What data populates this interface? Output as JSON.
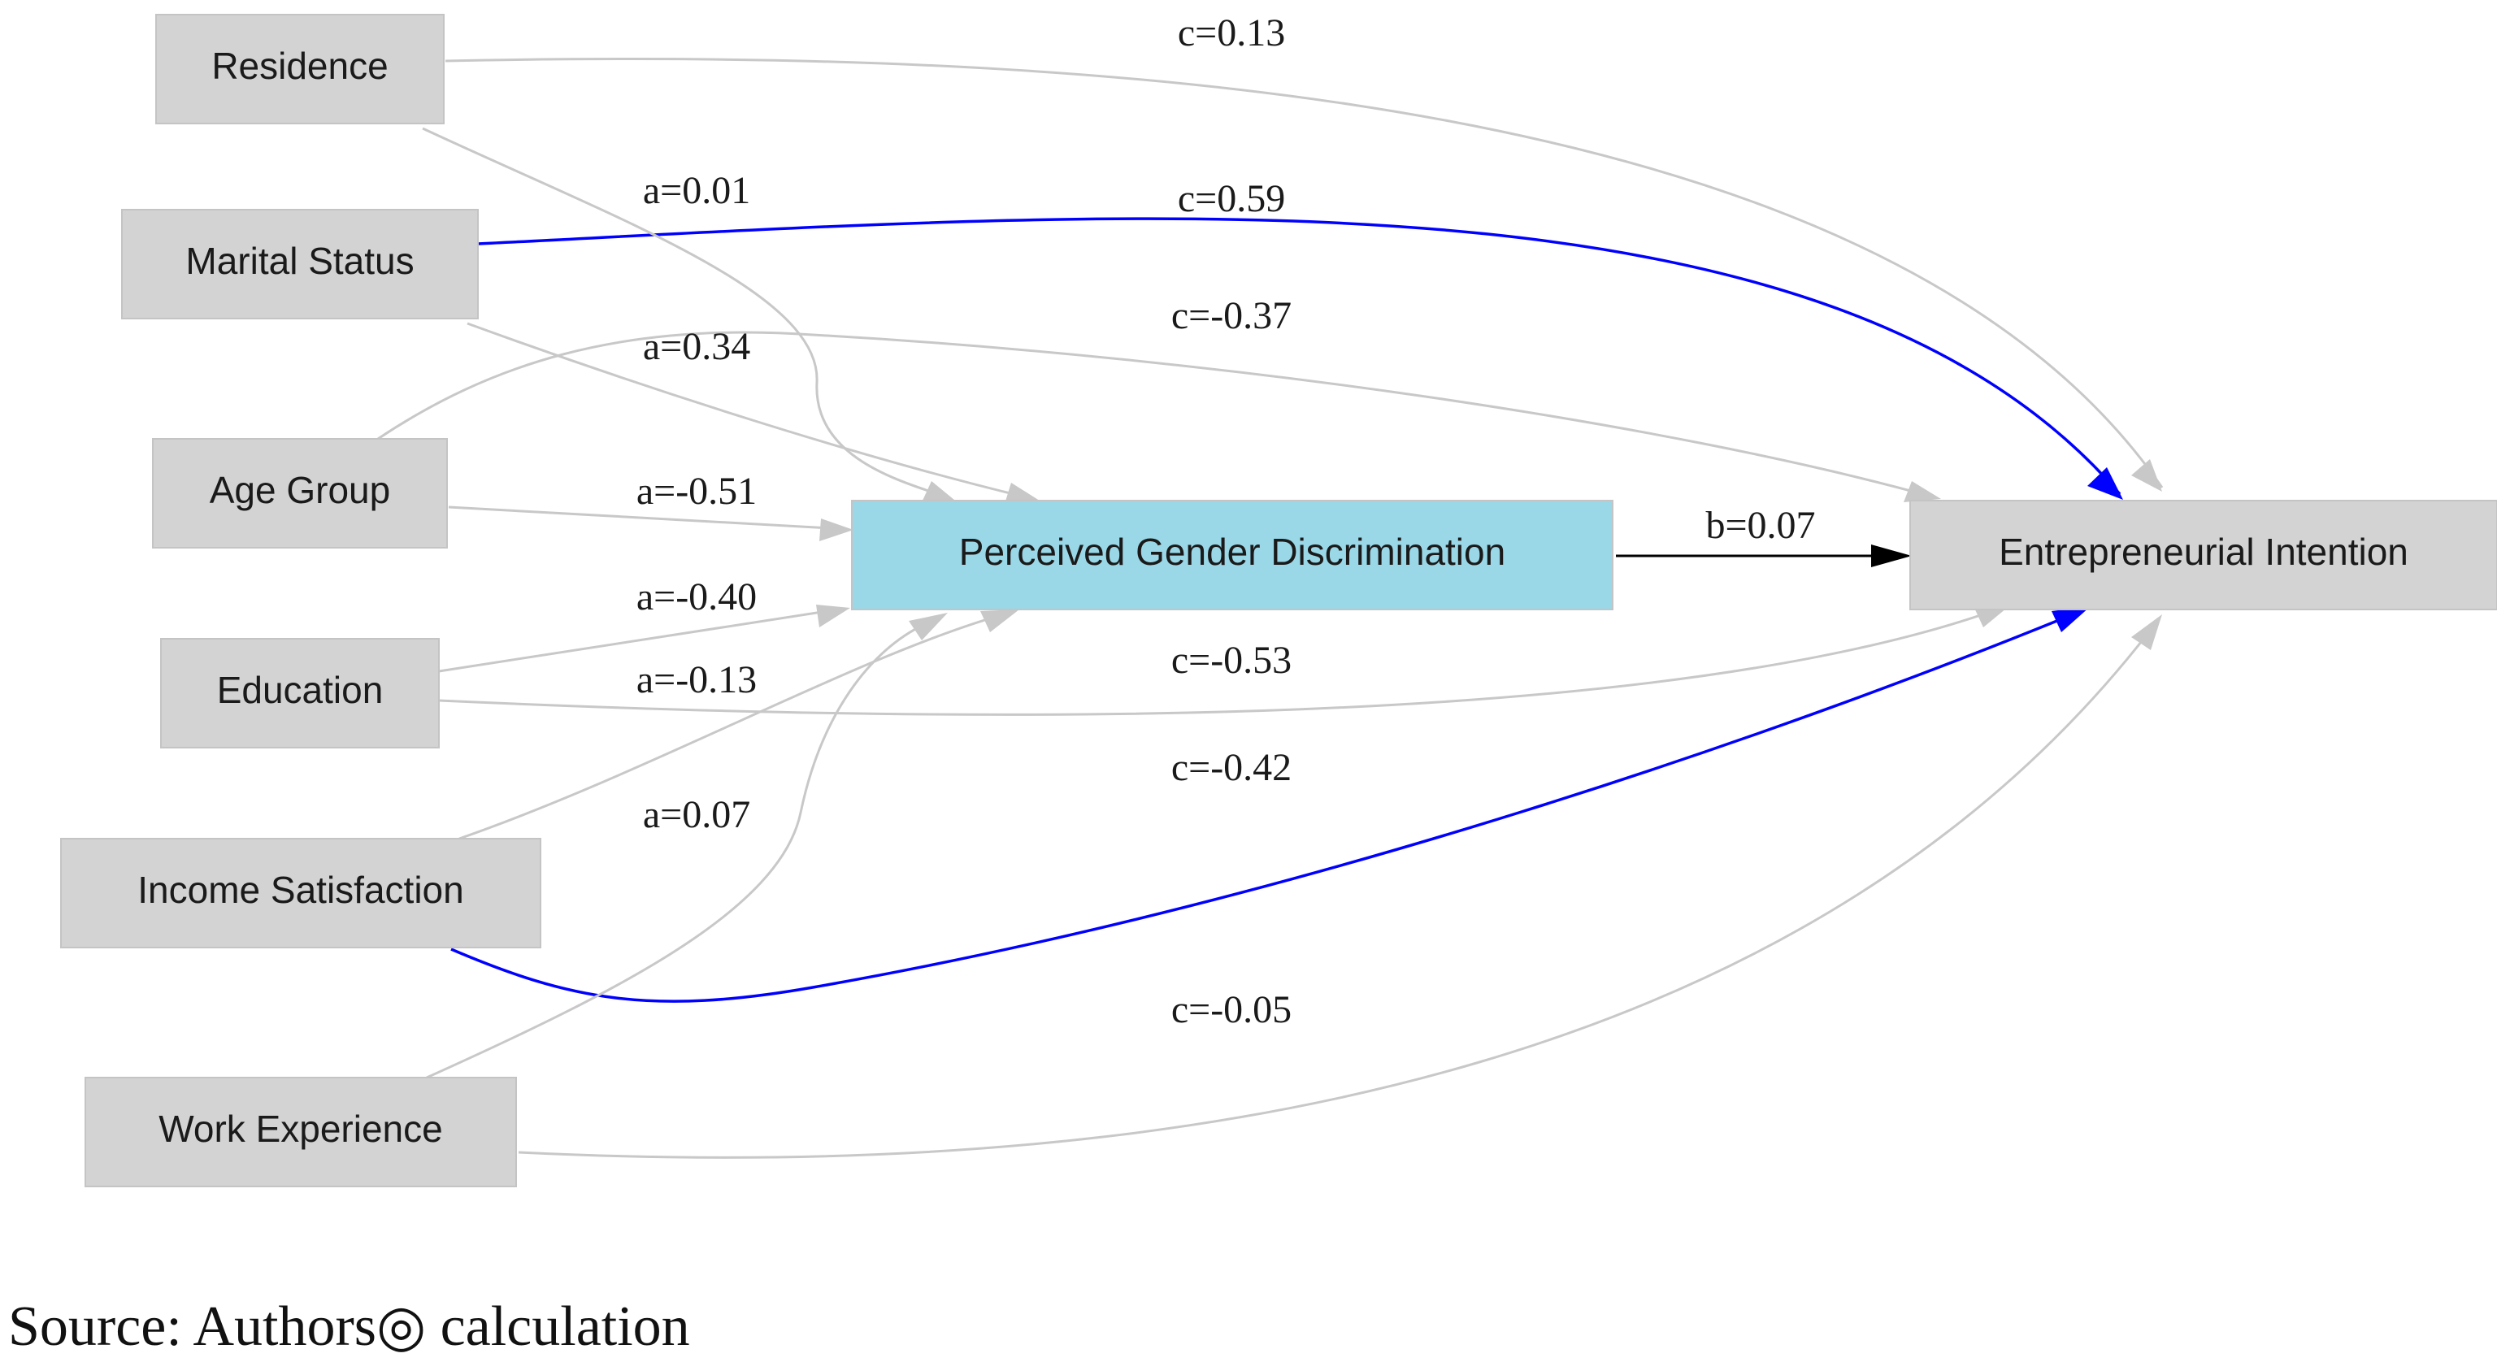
{
  "colors": {
    "node_fill": "#d3d3d3",
    "mediator_fill": "#9ad8e8",
    "edge_gray": "#c8c8c8",
    "edge_blue": "#0000ff",
    "edge_black": "#000000"
  },
  "nodes": {
    "residence": "Residence",
    "marital": "Marital Status",
    "age": "Age Group",
    "education": "Education",
    "income": "Income Satisfaction",
    "work": "Work Experience",
    "mediator": "Perceived Gender Discrimination",
    "outcome": "Entrepreneurial Intention"
  },
  "a_paths": {
    "residence": "a=0.01",
    "marital": "a=0.34",
    "age": "a=-0.51",
    "education": "a=-0.40",
    "income": "a=-0.13",
    "work": "a=0.07"
  },
  "c_paths": {
    "residence": "c=0.13",
    "marital": "c=0.59",
    "age": "c=-0.37",
    "education": "c=-0.53",
    "income": "c=-0.42",
    "work": "c=-0.05"
  },
  "b_path": "b=0.07",
  "source_note": "Source: Authors◎ calculation"
}
